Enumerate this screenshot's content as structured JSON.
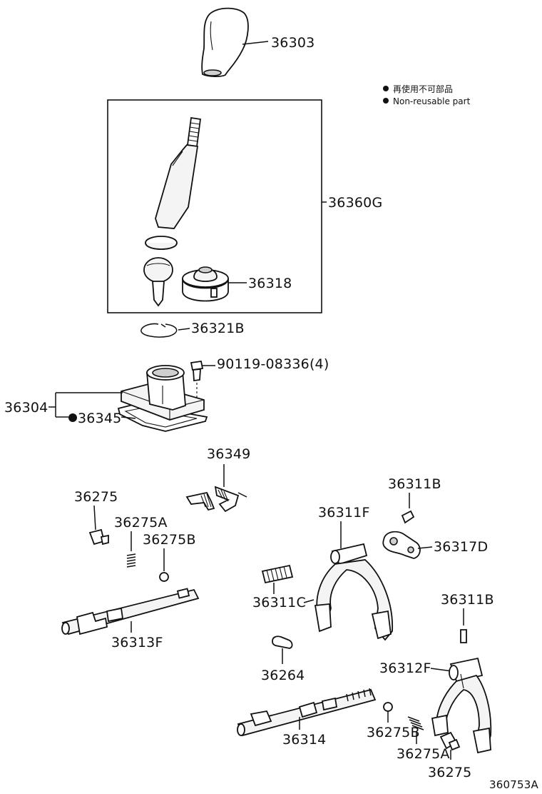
{
  "legend": {
    "items": [
      {
        "symbol": "●",
        "text": "再使用不可部品"
      },
      {
        "symbol": "●",
        "text": "Non-reusable part"
      }
    ]
  },
  "parts": {
    "p36303": "36303",
    "p36360G": "36360G",
    "p36318": "36318",
    "p36321B": "36321B",
    "p90119": "90119-08336(4)",
    "p36304": "36304",
    "p36345": "36345",
    "p36349": "36349",
    "p36275_top": "36275",
    "p36275A_top": "36275A",
    "p36275B_top": "36275B",
    "p36313F": "36313F",
    "p36311B_top": "36311B",
    "p36311F": "36311F",
    "p36317D": "36317D",
    "p36311C": "36311C",
    "p36311B_right": "36311B",
    "p36264": "36264",
    "p36312F": "36312F",
    "p36314": "36314",
    "p36275B_bottom": "36275B",
    "p36275A_bottom": "36275A",
    "p36275_bottom": "36275"
  },
  "figure_id": "360753A",
  "non_reusable_marker": "●"
}
